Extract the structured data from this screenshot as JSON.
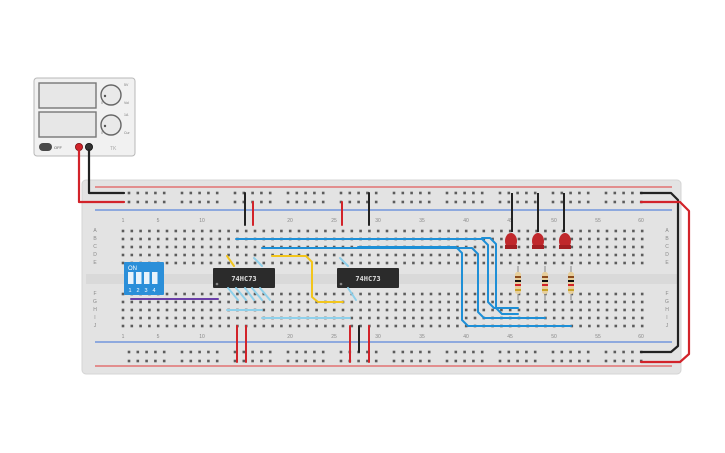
{
  "power_supply": {
    "readouts": [
      "",
      ""
    ],
    "knob_labels": [
      "Vol",
      "Cur"
    ],
    "min_labels": [
      "0",
      "0"
    ],
    "max_labels": [
      "5V",
      "1A"
    ],
    "switch_label": "OFF",
    "brand": "TK"
  },
  "breadboard": {
    "col_numbers": [
      "1",
      "5",
      "10",
      "20",
      "25",
      "30",
      "35",
      "40",
      "45",
      "50",
      "55",
      "60"
    ],
    "row_letters_top": [
      "A",
      "B",
      "C",
      "D",
      "E"
    ],
    "row_letters_bottom": [
      "F",
      "G",
      "H",
      "I",
      "J"
    ]
  },
  "chips": [
    {
      "label": "74HC73"
    },
    {
      "label": "74HC73"
    }
  ],
  "dip_switch": {
    "on_label": "ON",
    "switch_numbers": [
      "1",
      "2",
      "3",
      "4"
    ]
  },
  "leds": [
    {
      "color": "#c0282c"
    },
    {
      "color": "#c0282c"
    },
    {
      "color": "#c0282c"
    }
  ],
  "colors": {
    "wire_red": "#d2232a",
    "wire_black": "#222222",
    "wire_blue": "#1e8fd6",
    "wire_lightblue": "#8fd0ea",
    "wire_yellow": "#f2c51c",
    "wire_purple": "#6b3fa8",
    "dip_blue": "#2b8fd9",
    "rail_red": "#e23a3a",
    "rail_blue": "#3a6fd8"
  }
}
